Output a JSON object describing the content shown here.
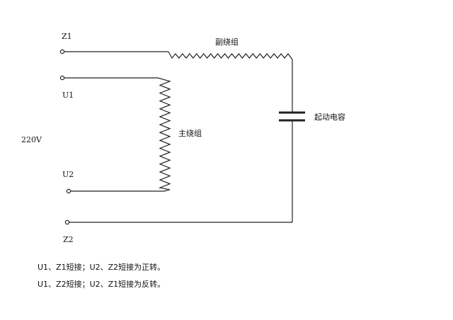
{
  "labels": {
    "z1": "Z1",
    "u1": "U1",
    "u2": "U2",
    "z2": "Z2",
    "voltage": "220V",
    "aux_winding": "副绕组",
    "main_winding": "主绕组",
    "capacitor": "起动电容"
  },
  "notes": [
    "U1、Z1短接；U2、Z2短接为正转。",
    "U1、Z2短接；U2、Z1短接为反转。"
  ],
  "colors": {
    "line": "#222222",
    "background": "#ffffff"
  }
}
